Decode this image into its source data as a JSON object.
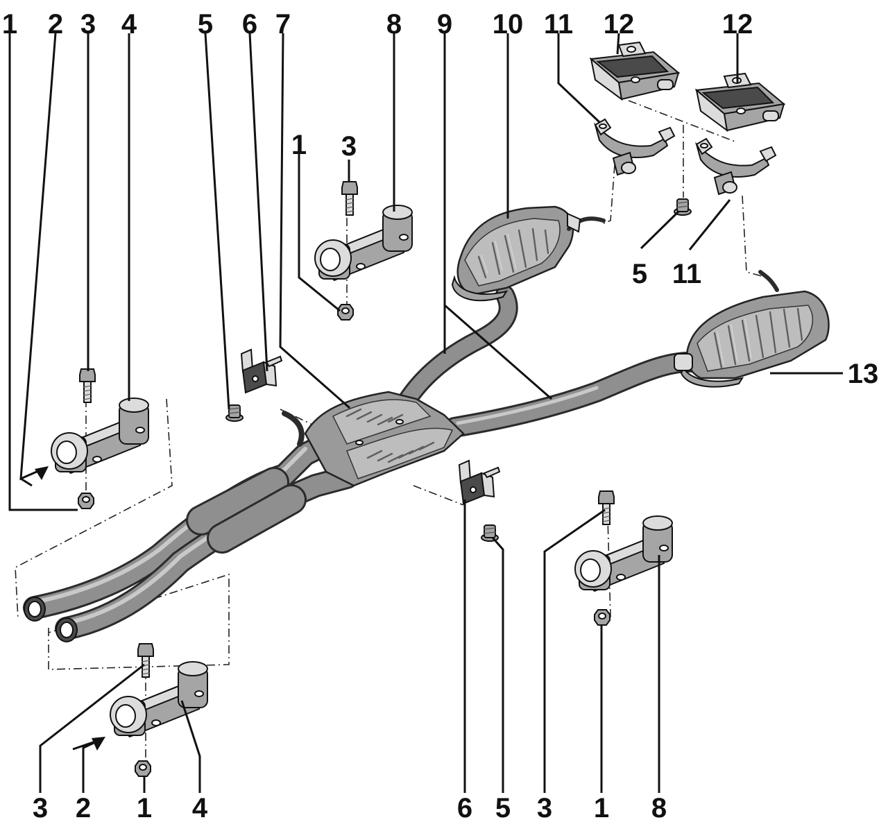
{
  "callouts": {
    "top_1": "1",
    "top_2": "2",
    "top_3": "3",
    "top_4": "4",
    "top_5": "5",
    "top_6": "6",
    "top_7": "7",
    "top_8": "8",
    "top_9": "9",
    "top_10": "10",
    "top_11": "11",
    "top_12a": "12",
    "top_12b": "12",
    "mid_1": "1",
    "mid_3": "3",
    "mid_5": "5",
    "mid_11": "11",
    "mid_13": "13",
    "bot_3a": "3",
    "bot_2": "2",
    "bot_1a": "1",
    "bot_4": "4",
    "bot_6": "6",
    "bot_5": "5",
    "bot_3b": "3",
    "bot_1b": "1",
    "bot_8": "8"
  },
  "colors": {
    "ink": "#111111",
    "metal_dark": "#4a4a4a",
    "metal_mid": "#9a9a9a",
    "metal_light": "#dcdcdc",
    "background": "#ffffff"
  }
}
